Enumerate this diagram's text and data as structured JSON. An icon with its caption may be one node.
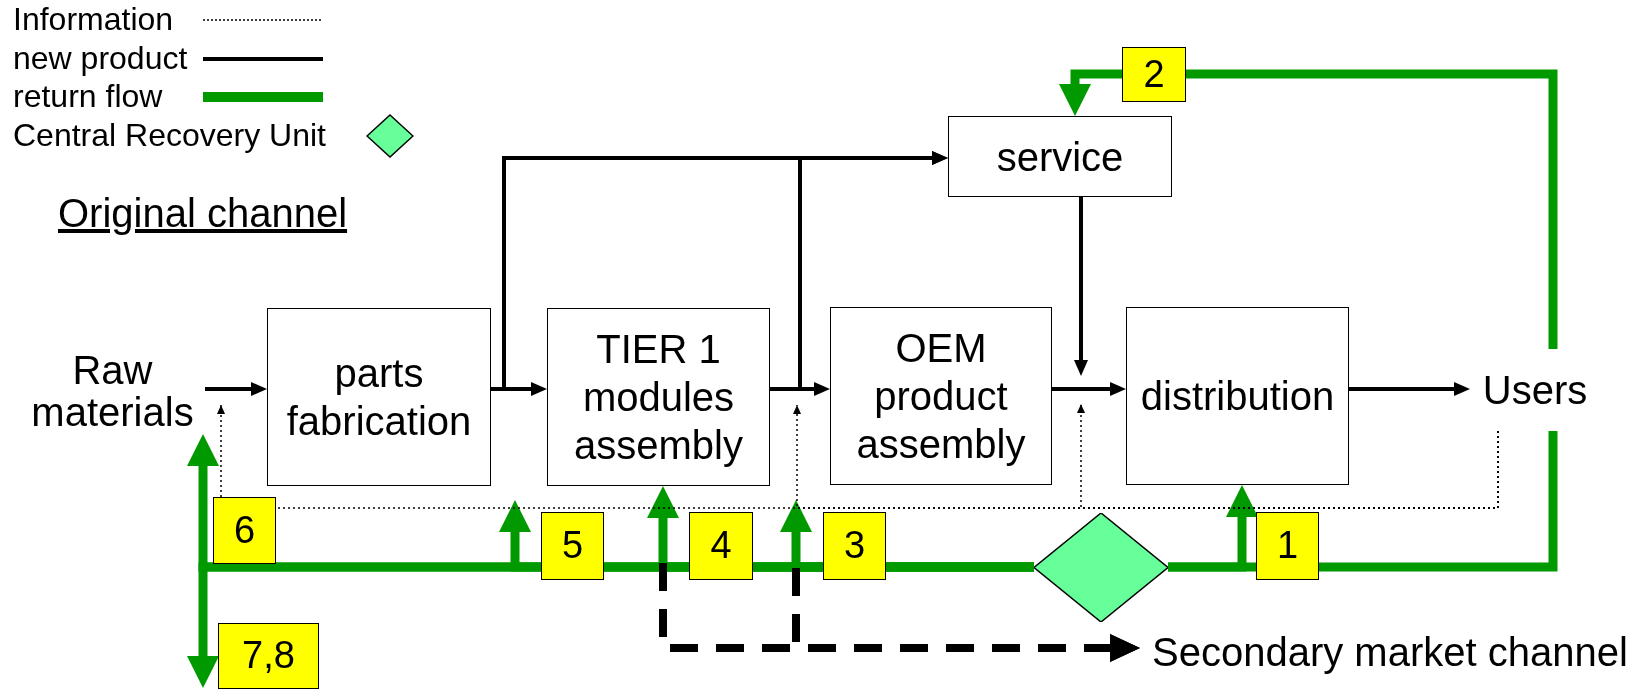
{
  "diagram": {
    "nodes": [
      {
        "text": [
          "Raw materials"
        ]
      },
      {
        "text": [
          "parts fabrication"
        ]
      },
      {
        "text": [
          "TIER 1 modules assembly"
        ]
      },
      {
        "text": [
          "OEM product assembly"
        ]
      },
      {
        "text": [
          "distribution"
        ]
      },
      {
        "text": [
          "Users"
        ]
      },
      {
        "text": [
          "service"
        ]
      },
      {
        "text": [],
        "shape": "diamond"
      },
      {
        "text": [
          "Secondary market channel"
        ]
      },
      {
        "text": [
          "7,8"
        ]
      }
    ],
    "edges": [
      {
        "from": 0,
        "to": 1,
        "arrow": "to"
      },
      {
        "from": 1,
        "to": 2,
        "arrow": "to"
      },
      {
        "from": 1,
        "to": 6,
        "arrow": "to"
      },
      {
        "from": 2,
        "to": 3,
        "arrow": "to"
      },
      {
        "from": 2,
        "to": 6,
        "arrow": "to"
      },
      {
        "from": 3,
        "to": 4,
        "arrow": "to"
      },
      {
        "from": 6,
        "to": 4,
        "arrow": "to"
      },
      {
        "from": 4,
        "to": 5,
        "arrow": "to"
      },
      {
        "from": 5,
        "to": 6,
        "arrow": "to",
        "style": "thick",
        "color": "#009900"
      },
      {
        "from": 5,
        "to": 7,
        "arrow": "none",
        "style": "thick",
        "color": "#009900"
      },
      {
        "from": 7,
        "to": 4,
        "arrow": "to",
        "style": "thick",
        "color": "#009900"
      },
      {
        "from": 7,
        "to": 1,
        "arrow": "to",
        "style": "thick",
        "color": "#009900"
      },
      {
        "from": 7,
        "to": 2,
        "arrow": "to",
        "style": "thick",
        "color": "#009900"
      },
      {
        "from": 7,
        "to": 2,
        "arrow": "to",
        "style": "thick",
        "color": "#009900"
      },
      {
        "from": 7,
        "to": 0,
        "arrow": "to",
        "style": "thick",
        "color": "#009900"
      },
      {
        "from": 7,
        "to": 9,
        "arrow": "to",
        "style": "thick",
        "color": "#009900"
      },
      {
        "from": 5,
        "to": 0,
        "arrow": "to",
        "style": "dashed"
      },
      {
        "from": 5,
        "to": 2,
        "arrow": "to",
        "style": "dashed"
      },
      {
        "from": 5,
        "to": 3,
        "arrow": "to",
        "style": "dashed"
      },
      {
        "from": null,
        "to": 8,
        "arrow": "to",
        "style": "dashed"
      },
      {
        "from": null,
        "to": 8,
        "arrow": "to",
        "style": "dashed"
      }
    ],
    "labels": [
      "Original channel",
      "2",
      "6",
      "5",
      "4",
      "3",
      "1"
    ],
    "legend": [
      {
        "text": "Information"
      },
      {
        "text": "new product"
      },
      {
        "text": "return flow"
      },
      {
        "text": "Central Recovery Unit"
      }
    ]
  }
}
